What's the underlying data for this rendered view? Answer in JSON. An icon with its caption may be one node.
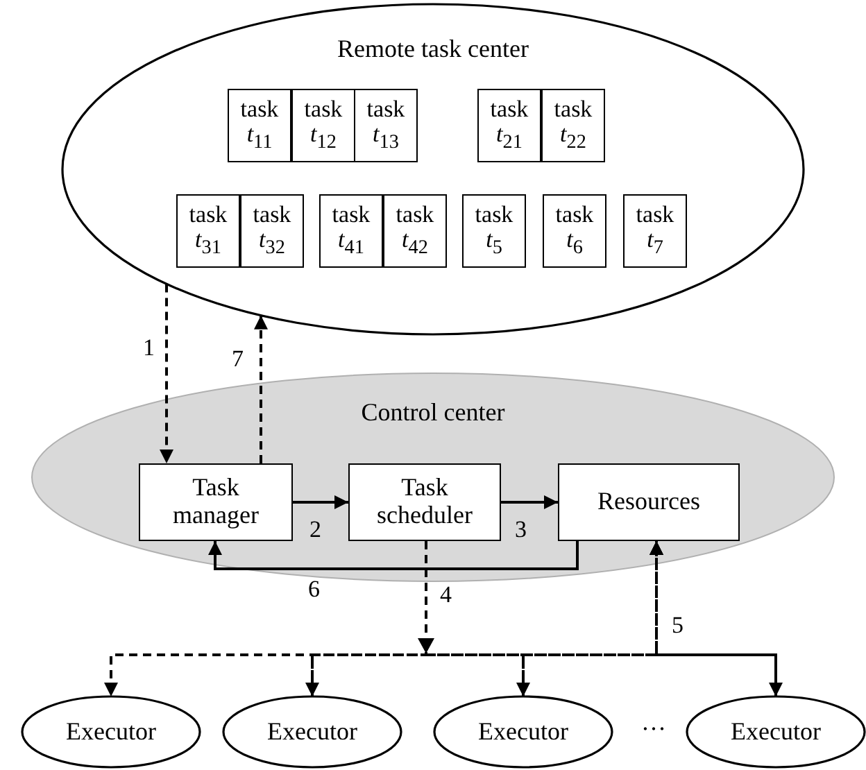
{
  "diagram": {
    "nodes": [
      {
        "text": [
          "Remote task center"
        ]
      },
      {
        "text": [
          "task *t*$_{11}$"
        ],
        "in": 0
      },
      {
        "text": [
          "task *t*$_{12}$"
        ],
        "in": 0
      },
      {
        "text": [
          "task *t*$_{13}$"
        ],
        "in": 0
      },
      {
        "text": [
          "task *t*$_{21}$"
        ],
        "in": 0
      },
      {
        "text": [
          "task *t*$_{22}$"
        ],
        "in": 0
      },
      {
        "text": [
          "task *t*$_{31}$"
        ],
        "in": 0
      },
      {
        "text": [
          "task *t*$_{32}$"
        ],
        "in": 0
      },
      {
        "text": [
          "task *t*$_{41}$"
        ],
        "in": 0
      },
      {
        "text": [
          "task *t*$_{42}$"
        ],
        "in": 0
      },
      {
        "text": [
          "task *t*$_{5}$"
        ],
        "in": 0
      },
      {
        "text": [
          "task *t*$_{6}$"
        ],
        "in": 0
      },
      {
        "text": [
          "task *t*$_{7}$"
        ],
        "in": 0
      },
      {
        "text": [
          "Control center"
        ]
      },
      {
        "text": [
          "Task manager"
        ],
        "in": 13
      },
      {
        "text": [
          "Task scheduler"
        ],
        "in": 13
      },
      {
        "text": [
          "Resources"
        ],
        "in": 13
      },
      {
        "text": [
          "Executor"
        ]
      },
      {
        "text": [
          "Executor"
        ]
      },
      {
        "text": [
          "Executor"
        ]
      },
      {
        "text": [
          "Executor"
        ]
      }
    ],
    "edges": [
      {
        "from": 0,
        "to": 14,
        "arrow": "to",
        "label": "1",
        "style": "dashed"
      },
      {
        "from": 14,
        "to": 0,
        "arrow": "to",
        "label": "7",
        "style": "dashed"
      },
      {
        "from": 14,
        "to": 15,
        "arrow": "to",
        "label": "2"
      },
      {
        "from": 15,
        "to": 16,
        "arrow": "to",
        "label": "3"
      },
      {
        "from": 16,
        "to": 14,
        "arrow": "to",
        "label": "6"
      },
      {
        "from": 15,
        "to": 17,
        "arrow": "to",
        "label": "4",
        "style": "dashed"
      },
      {
        "from": 15,
        "to": 18,
        "arrow": "to",
        "style": "dashed"
      },
      {
        "from": 15,
        "to": 19,
        "arrow": "to",
        "style": "dashed"
      },
      {
        "from": 15,
        "to": 20,
        "arrow": "to",
        "style": "dashed"
      },
      {
        "from": 17,
        "to": 16,
        "arrow": "to",
        "label": "5",
        "style": "dashed"
      },
      {
        "from": 18,
        "to": 16,
        "arrow": "to",
        "style": "dashed"
      },
      {
        "from": 19,
        "to": 16,
        "arrow": "to",
        "style": "dashed"
      },
      {
        "from": 20,
        "to": 16,
        "arrow": "to",
        "style": "dashed"
      }
    ],
    "labels": [
      "…"
    ]
  }
}
